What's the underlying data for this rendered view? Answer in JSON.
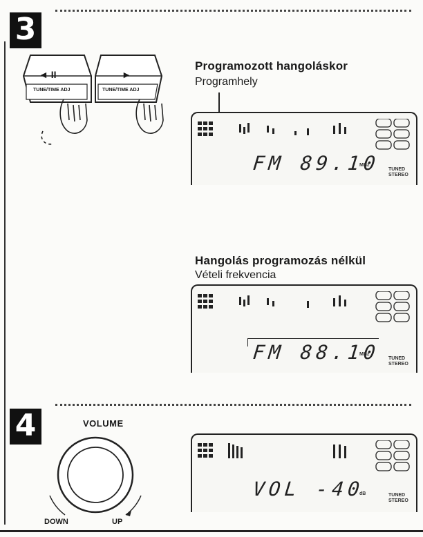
{
  "step3": {
    "number": "3",
    "left_button": {
      "symbol": "◄ II",
      "caption": "TUNE/TIME ADJ"
    },
    "right_button": {
      "symbol": "►",
      "caption": "TUNE/TIME ADJ"
    },
    "programmed": {
      "title": "Programozott hangoláskor",
      "subtitle": "Programhely",
      "display_text": "FM  89.10",
      "unit": "MHz",
      "stereo_label": "TUNED\nSTEREO"
    },
    "unprogrammed": {
      "title": "Hangolás programozás nélkül",
      "subtitle": "Vételi frekvencia",
      "display_text": "FM  88.10",
      "unit": "MHz",
      "stereo_label": "TUNED\nSTEREO"
    }
  },
  "step4": {
    "number": "4",
    "volume_label": "VOLUME",
    "down_label": "DOWN",
    "up_label": "UP",
    "display_text": "VOL  -40",
    "unit": "dB",
    "stereo_label": "TUNED\nSTEREO"
  }
}
